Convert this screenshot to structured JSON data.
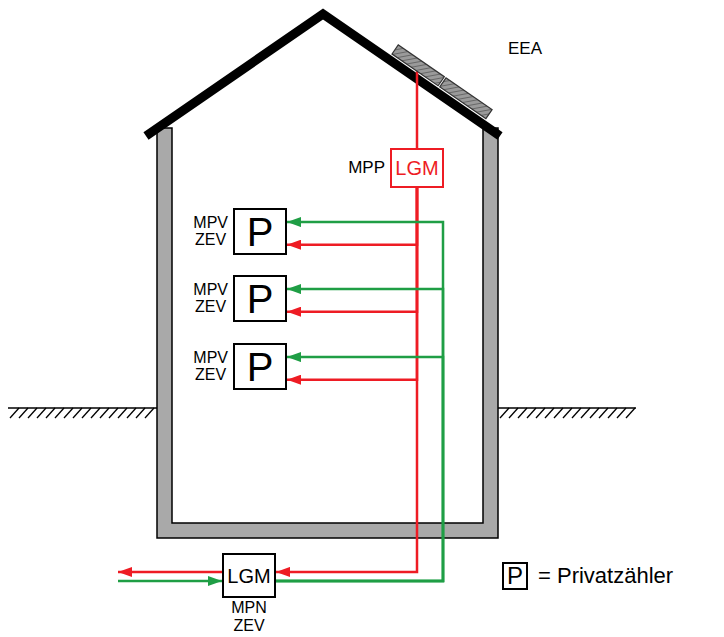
{
  "diagram": {
    "nodes": [
      {
        "text": [
          "EEA"
        ]
      },
      {
        "text": [
          "MPP",
          "LGM"
        ]
      },
      {
        "text": [
          "MPV ZEV",
          "P"
        ]
      },
      {
        "text": [
          "MPV ZEV",
          "P"
        ]
      },
      {
        "text": [
          "MPV ZEV",
          "P"
        ]
      },
      {
        "text": [
          "LGM",
          "MPN ZEV"
        ]
      }
    ],
    "edges": [
      {
        "from": 0,
        "to": 1,
        "arrow": "none"
      },
      {
        "from": 1,
        "to": 2,
        "arrow": "to"
      },
      {
        "from": 1,
        "to": 3,
        "arrow": "to"
      },
      {
        "from": 1,
        "to": 4,
        "arrow": "to"
      },
      {
        "from": 1,
        "to": 5,
        "arrow": "to"
      },
      {
        "from": 5,
        "to": 2,
        "arrow": "to"
      },
      {
        "from": 5,
        "to": 3,
        "arrow": "to"
      },
      {
        "from": 5,
        "to": 4,
        "arrow": "to"
      }
    ],
    "labels": [
      "P"
    ],
    "legend": [
      {
        "text": "= Privatzähler"
      }
    ]
  }
}
